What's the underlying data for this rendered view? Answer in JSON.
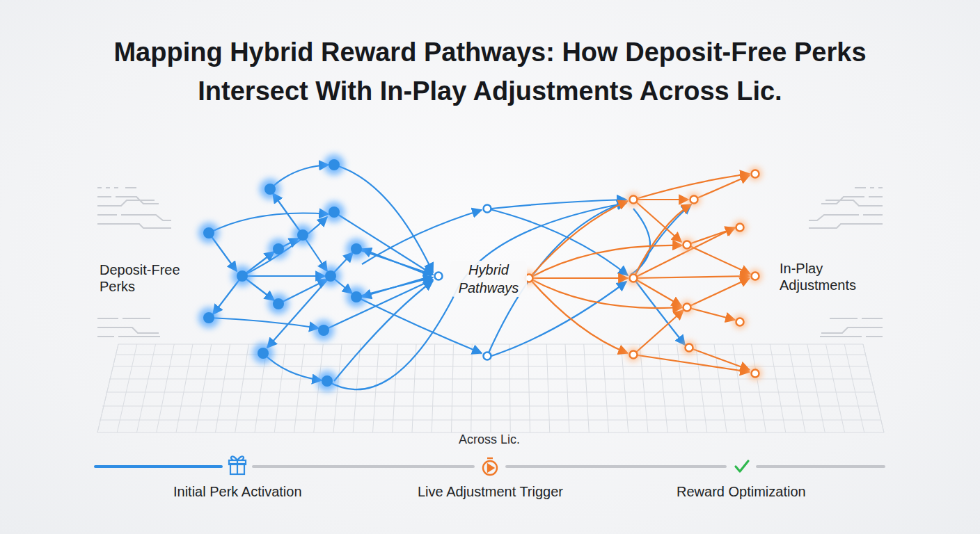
{
  "diagram": {
    "title": "Mapping Hybrid Reward Pathways: How Deposit-Free Perks Intersect With In-Play Adjustments Across Lic.",
    "labels": [
      "Deposit-Free Perks",
      "Hybrid Pathways",
      "In-Play Adjustments",
      "Across Lic.",
      "Initial Perk Activation",
      "Live Adjustment Trigger",
      "Reward Optimization"
    ]
  }
}
